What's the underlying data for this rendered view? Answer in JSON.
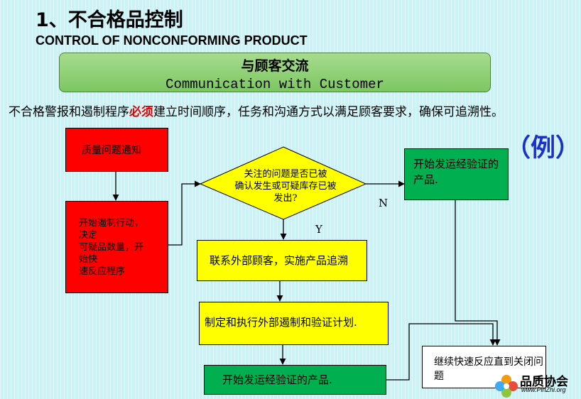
{
  "title": {
    "cn": "1、不合格品控制",
    "en": "CONTROL OF NONCONFORMING PRODUCT"
  },
  "header": {
    "cn": "与顾客交流",
    "en": "Communication with Customer"
  },
  "intro": {
    "before": "不合格警报和遏制程序",
    "must": "必须",
    "after": "建立时间顺序，任务和沟通方式以满足顾客要求，确保可追溯性。"
  },
  "example_label": "（例）",
  "flow": {
    "notice": "质量问题通知",
    "containment": [
      "开始遏制行动，",
      "决定",
      "可疑品数量，开",
      "始快",
      "速反应程序"
    ],
    "decision": [
      "关注的问题是否已被",
      "确认发生或可疑库存已被",
      "发出?"
    ],
    "ship_cert": "开始发运经验证的产品.",
    "contact": "联系外部顾客，实施产品追溯",
    "plan": "制定和执行外部遏制和验证计划.",
    "cert_product": "开始发运经验证的产品.",
    "continue": "继续快速反应直到关闭问题",
    "label_n": "N",
    "label_y": "Y"
  },
  "logo": {
    "name": "品质协会",
    "url": "www.PinZhi.org"
  },
  "colors": {
    "red": "#ff0000",
    "yellow": "#ffff00",
    "green": "#00b050",
    "header_green": "#8fd175",
    "example_blue": "#1c31c8",
    "must_red": "#e00000"
  }
}
